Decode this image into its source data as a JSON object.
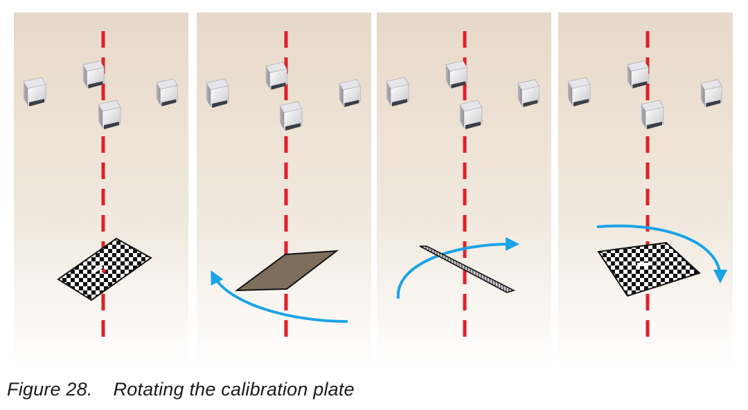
{
  "figure": {
    "caption_number": "Figure 28.",
    "caption_title": "Rotating the calibration plate",
    "panel_background_top": "#e7d9c9",
    "panel_background_bottom": "#ffffff",
    "axis_color": "#e0202a",
    "arrow_color": "#1aa3e6",
    "panels": [
      {
        "name": "panel-1",
        "plate_state": "flat",
        "rotation_arrow": "none"
      },
      {
        "name": "panel-2",
        "plate_state": "tilted-dark",
        "rotation_arrow": "counter-clockwise"
      },
      {
        "name": "panel-3",
        "plate_state": "tilted-edge",
        "rotation_arrow": "over-top"
      },
      {
        "name": "panel-4",
        "plate_state": "rotated-flat",
        "rotation_arrow": "clockwise"
      }
    ],
    "objects": [
      "camera-icon",
      "calibration-plate",
      "rotation-axis",
      "rotation-arrow-icon"
    ]
  }
}
